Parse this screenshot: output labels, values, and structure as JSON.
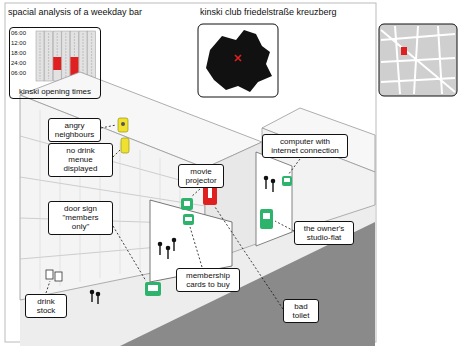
{
  "diagram": {
    "title": "spacial analysis of a weekday bar",
    "nodes": [
      {
        "text": [
          "kinski opening times"
        ]
      },
      {
        "text": [
          "angry neighbours"
        ]
      },
      {
        "text": [
          "computer with internet connection"
        ]
      },
      {
        "text": [
          "no drink menue displayed"
        ]
      },
      {
        "text": [
          "movie projector"
        ]
      },
      {
        "text": [
          "door sign \"members only\""
        ]
      },
      {
        "text": [
          "the owner's studio-flat"
        ]
      },
      {
        "text": [
          "membership cards to buy"
        ]
      },
      {
        "text": [
          "drink stock"
        ]
      },
      {
        "text": [
          "bad toilet"
        ]
      }
    ],
    "labels": [
      "kinski club friedelstraße kreuzberg",
      "06:00",
      "12:00",
      "18:00",
      "24:00",
      "06:00"
    ]
  }
}
